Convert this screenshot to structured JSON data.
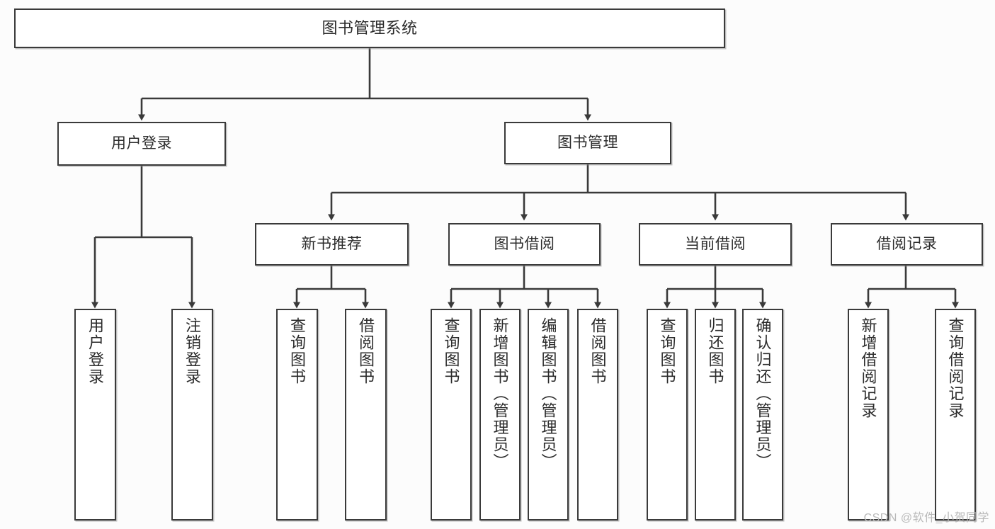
{
  "diagram": {
    "title": "图书管理系统",
    "root": {
      "id": "root",
      "label": "图书管理系统"
    },
    "level1": [
      {
        "id": "user-login",
        "label": "用户登录"
      },
      {
        "id": "book-management",
        "label": "图书管理"
      }
    ],
    "level2": [
      {
        "id": "new-book-recommend",
        "label": "新书推荐"
      },
      {
        "id": "book-borrow",
        "label": "图书借阅"
      },
      {
        "id": "current-borrow",
        "label": "当前借阅"
      },
      {
        "id": "borrow-record",
        "label": "借阅记录"
      }
    ],
    "leaves": {
      "user_login": [
        {
          "id": "leaf-user-login",
          "label": "用户登录"
        },
        {
          "id": "leaf-logout-login",
          "label": "注销登录"
        }
      ],
      "new_book_recommend": [
        {
          "id": "leaf-query-book-1",
          "label": "查询图书"
        },
        {
          "id": "leaf-borrow-book-1",
          "label": "借阅图书"
        }
      ],
      "book_borrow": [
        {
          "id": "leaf-query-book-2",
          "label": "查询图书"
        },
        {
          "id": "leaf-add-book",
          "label": "新增图书（管理员）"
        },
        {
          "id": "leaf-edit-book",
          "label": "编辑图书（管理员）"
        },
        {
          "id": "leaf-borrow-book-2",
          "label": "借阅图书"
        }
      ],
      "current_borrow": [
        {
          "id": "leaf-query-book-3",
          "label": "查询图书"
        },
        {
          "id": "leaf-return-book",
          "label": "归还图书"
        },
        {
          "id": "leaf-confirm-return",
          "label": "确认归还（管理员）"
        }
      ],
      "borrow_record": [
        {
          "id": "leaf-add-record",
          "label": "新增借阅记录"
        },
        {
          "id": "leaf-query-record",
          "label": "查询借阅记录"
        }
      ]
    }
  },
  "watermark": {
    "text": "CSDN @软件_小贺同学"
  },
  "colors": {
    "line": "#3a3a3a",
    "node_border": "#3a3a3a",
    "node_fill": "#ffffff",
    "text": "#2b2b2b",
    "background": "#fcfcfc",
    "watermark": "#b9b9b9"
  }
}
